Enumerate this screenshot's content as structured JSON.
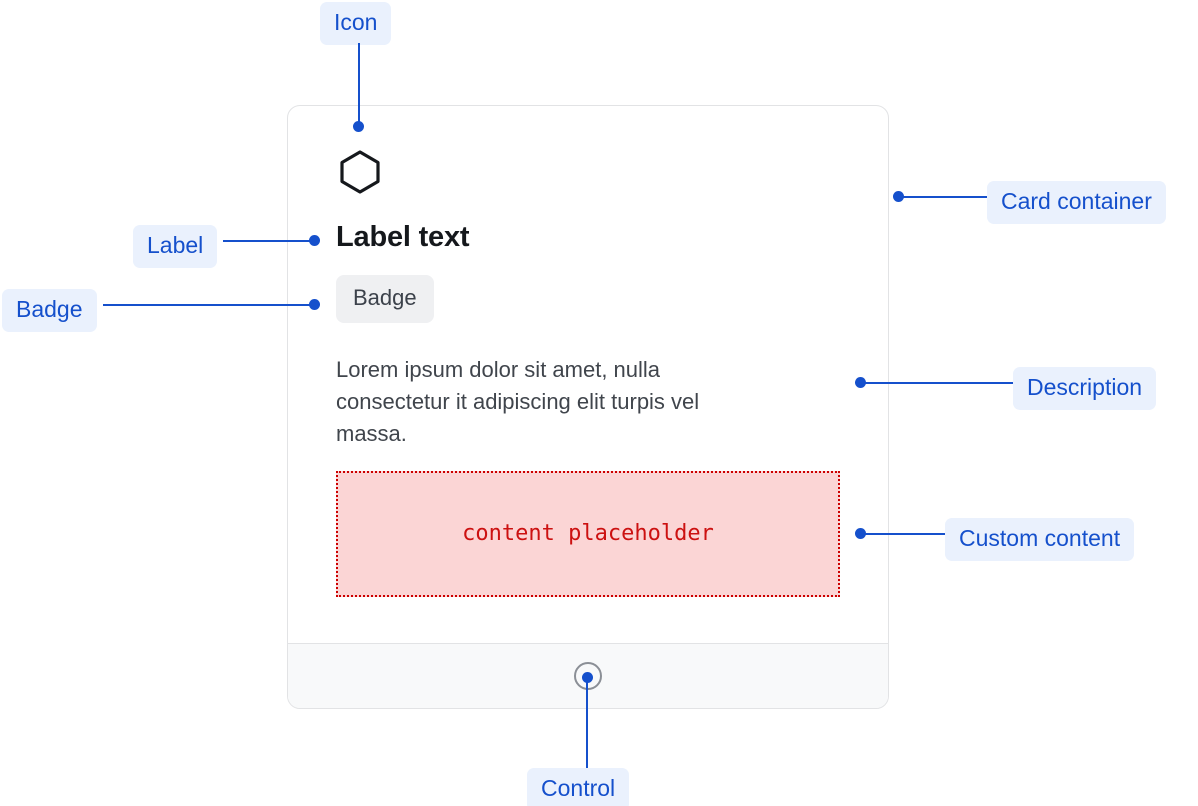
{
  "card": {
    "icon_name": "hexagon-icon",
    "label": "Label text",
    "badge": "Badge",
    "description": "Lorem ipsum dolor sit amet, nulla consectetur it adipiscing elit turpis vel massa.",
    "custom_content": "content placeholder",
    "control_name": "circle-control"
  },
  "annotations": {
    "icon": "Icon",
    "card_container": "Card container",
    "label": "Label",
    "badge": "Badge",
    "description": "Description",
    "custom_content": "Custom content",
    "control": "Control"
  },
  "colors": {
    "accent": "#1550cc",
    "callout_bg": "#eaf1fd",
    "card_border": "#e2e3e5",
    "badge_bg": "#eff0f2",
    "placeholder_bg": "#fbd5d5",
    "placeholder_border": "#cc0000",
    "placeholder_text": "#cc1111",
    "footer_bg": "#f8f9fa",
    "label_text": "#15181c",
    "description_text": "#40454c"
  }
}
